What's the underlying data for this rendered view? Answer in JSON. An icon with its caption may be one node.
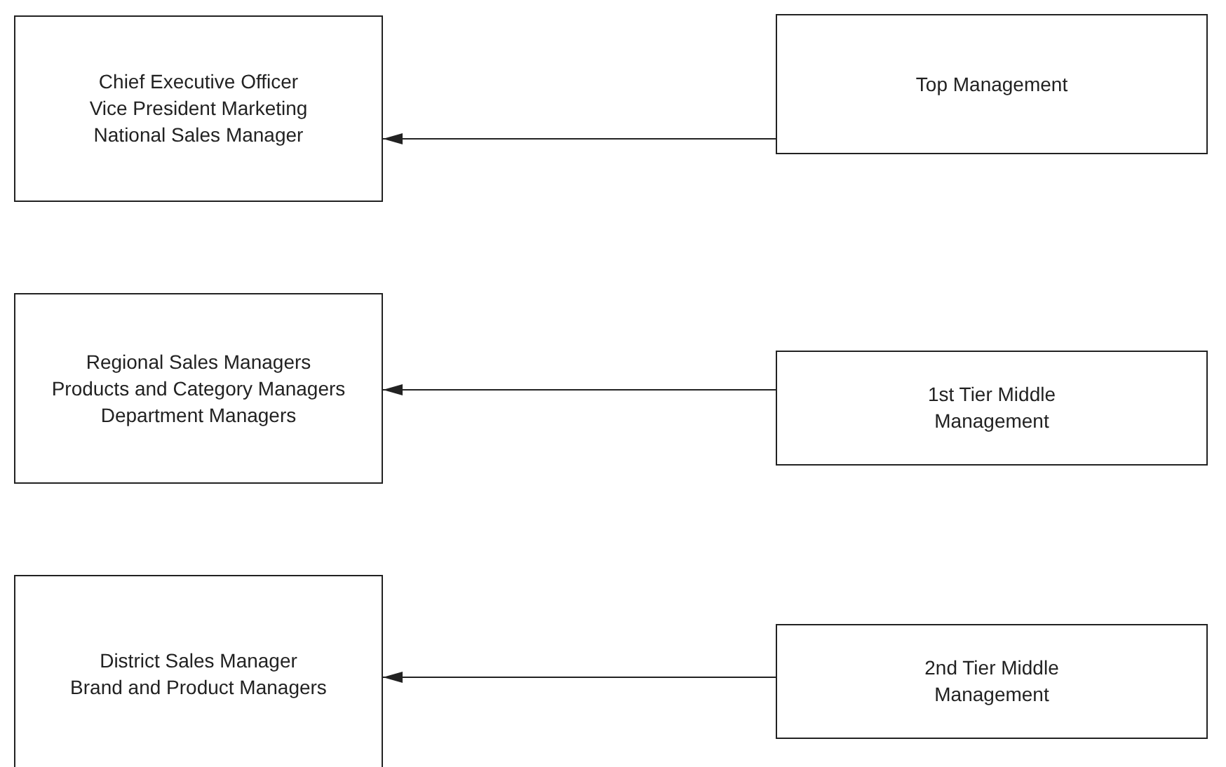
{
  "diagram": {
    "nodes": [
      {
        "text": [
          "Chief Executive Officer",
          "Vice President Marketing",
          "National Sales Manager"
        ]
      },
      {
        "text": [
          "Top Management"
        ]
      },
      {
        "text": [
          "Regional Sales Managers",
          "Products and Category Managers",
          "Department Managers"
        ]
      },
      {
        "text": [
          "1st Tier Middle Management"
        ]
      },
      {
        "text": [
          "District Sales Manager",
          "Brand and Product Managers"
        ]
      },
      {
        "text": [
          "2nd Tier Middle Management"
        ]
      }
    ],
    "edges": [
      {
        "from": 1,
        "to": 0,
        "arrow": "to"
      },
      {
        "from": 3,
        "to": 2,
        "arrow": "to"
      },
      {
        "from": 5,
        "to": 4,
        "arrow": "to"
      }
    ]
  }
}
